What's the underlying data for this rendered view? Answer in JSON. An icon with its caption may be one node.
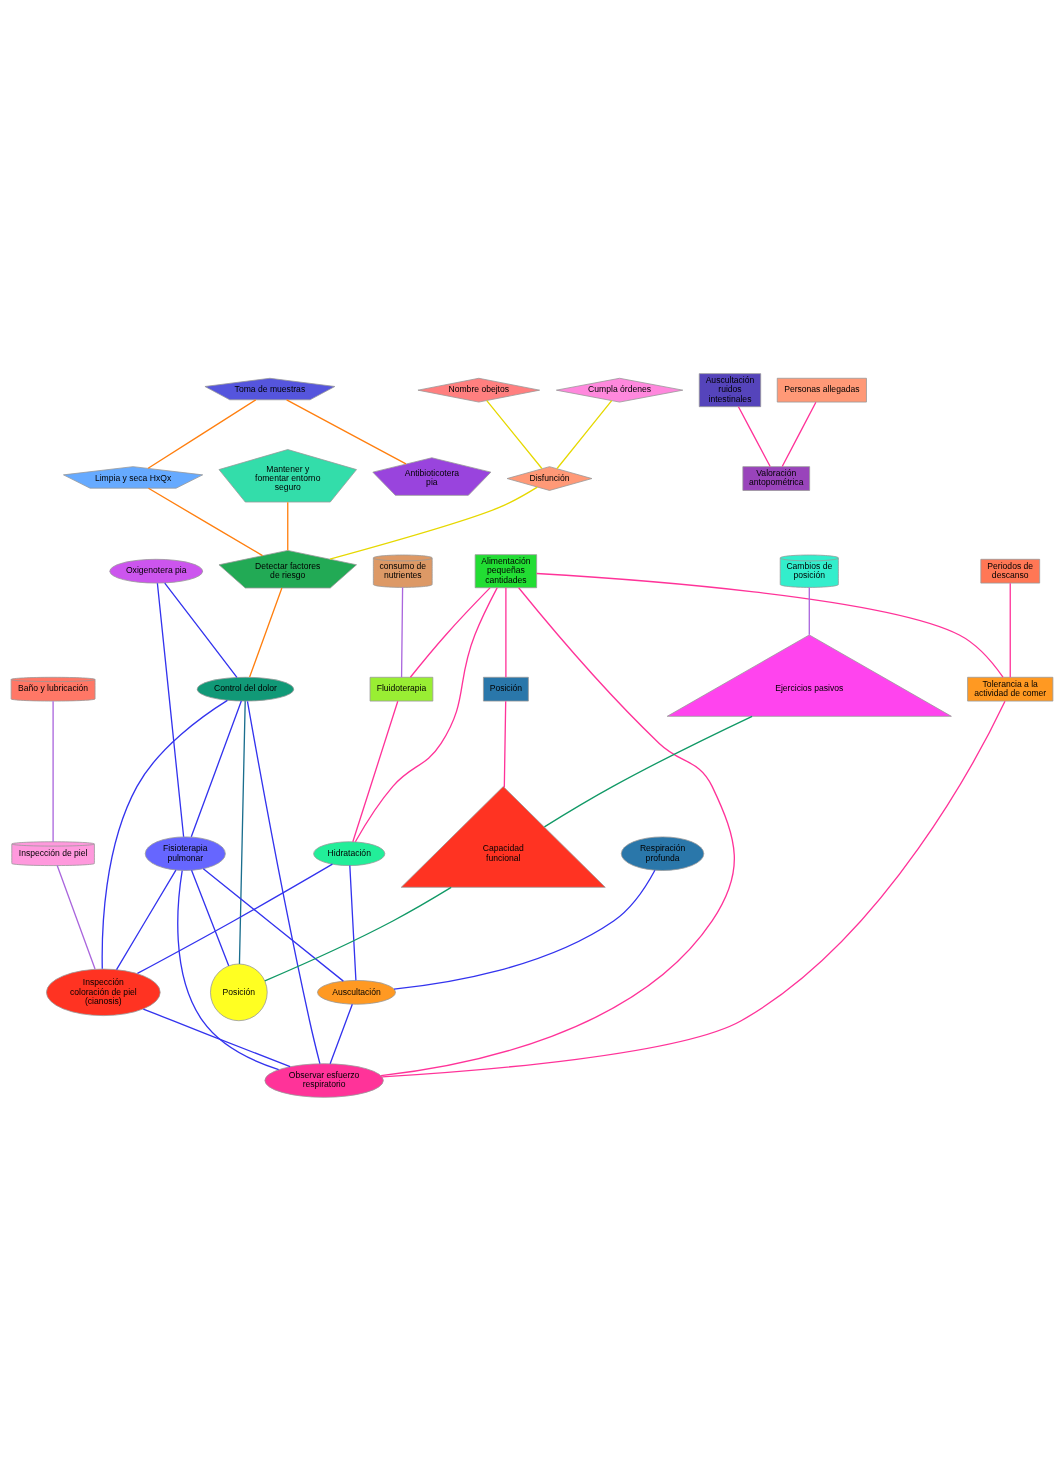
{
  "diagram": {
    "nodes": [
      {
        "text": [
          "Nombre obejtos"
        ]
      },
      {
        "text": [
          "Cumpla órdenes"
        ]
      },
      {
        "text": [
          "Toma de muestras"
        ]
      },
      {
        "text": [
          "Alimentación pequeñas cantidades"
        ]
      },
      {
        "text": [
          "consumo de nutrientes"
        ]
      },
      {
        "text": [
          "Disfunción"
        ]
      },
      {
        "text": [
          "Mantener y fomentar entorno seguro"
        ]
      },
      {
        "text": [
          "Limpia y seca HxQx"
        ]
      },
      {
        "text": [
          "Antibioticotera pia"
        ]
      },
      {
        "text": [
          "Cambios de posición"
        ]
      },
      {
        "text": [
          "Fluidoterapia"
        ]
      },
      {
        "text": [
          "Oxigenotera pia"
        ]
      },
      {
        "text": [
          "Detectar factores de riesgo"
        ]
      },
      {
        "text": [
          "Baño y lubricación"
        ]
      },
      {
        "text": [
          "Periodos de descanso"
        ]
      },
      {
        "text": [
          "Ejercicios pasivos"
        ]
      },
      {
        "text": [
          "Posición"
        ]
      },
      {
        "text": [
          "Control del dolor"
        ]
      },
      {
        "text": [
          "Hidratación"
        ]
      },
      {
        "text": [
          "Fisioterapia pulmonar"
        ]
      },
      {
        "text": [
          "Respiración profunda"
        ]
      },
      {
        "text": [
          "Inspección de piel"
        ]
      },
      {
        "text": [
          "Tolerancia a la actividad de comer"
        ]
      },
      {
        "text": [
          "Auscultación ruidos intestinales"
        ]
      },
      {
        "text": [
          "Inspección coloración de piel (cianosis)"
        ]
      },
      {
        "text": [
          "Auscultación"
        ]
      },
      {
        "text": [
          "Capacidad funcional"
        ]
      },
      {
        "text": [
          "Observar esfuerzo respiratorio"
        ]
      },
      {
        "text": [
          "Posición"
        ]
      },
      {
        "text": [
          "Valoración antopométrica"
        ]
      },
      {
        "text": [
          "Personas allegadas"
        ]
      }
    ],
    "edges": [
      {
        "from": 0,
        "to": 5,
        "arrow": "none",
        "color": "#e6d800"
      },
      {
        "from": 1,
        "to": 5,
        "arrow": "none",
        "color": "#e6d800"
      },
      {
        "from": 5,
        "to": 12,
        "arrow": "none",
        "color": "#e6d800"
      },
      {
        "from": 2,
        "to": 8,
        "arrow": "none",
        "color": "#ff7f0f"
      },
      {
        "from": 2,
        "to": 7,
        "arrow": "none",
        "color": "#ff7f0f"
      },
      {
        "from": 6,
        "to": 12,
        "arrow": "none",
        "color": "#ff7f0f"
      },
      {
        "from": 7,
        "to": 12,
        "arrow": "none",
        "color": "#ff7f0f"
      },
      {
        "from": 4,
        "to": 10,
        "arrow": "none",
        "color": "#aa66dd"
      },
      {
        "from": 3,
        "to": 10,
        "arrow": "none",
        "color": "#ff3399"
      },
      {
        "from": 3,
        "to": 18,
        "arrow": "none",
        "color": "#ff3399"
      },
      {
        "from": 3,
        "to": 27,
        "arrow": "none",
        "color": "#ff3399"
      },
      {
        "from": 3,
        "to": 22,
        "arrow": "none",
        "color": "#ff3399"
      },
      {
        "from": 3,
        "to": 16,
        "arrow": "none",
        "color": "#ff3399"
      },
      {
        "from": 10,
        "to": 18,
        "arrow": "none",
        "color": "#ff3399"
      },
      {
        "from": 11,
        "to": 17,
        "arrow": "none"
      },
      {
        "from": 11,
        "to": 19,
        "arrow": "none"
      },
      {
        "from": 12,
        "to": 17,
        "arrow": "none",
        "color": "#ff7f0f"
      },
      {
        "from": 13,
        "to": 21,
        "arrow": "none",
        "color": "#aa66dd"
      },
      {
        "from": 9,
        "to": 15,
        "arrow": "none",
        "color": "#aa66dd"
      },
      {
        "from": 14,
        "to": 22,
        "arrow": "none",
        "color": "#ff3399"
      },
      {
        "from": 15,
        "to": 26,
        "arrow": "none",
        "color": "#119966"
      },
      {
        "from": 16,
        "to": 26,
        "arrow": "none",
        "color": "#ff3399"
      },
      {
        "from": 17,
        "to": 24,
        "arrow": "none"
      },
      {
        "from": 17,
        "to": 19,
        "arrow": "none"
      },
      {
        "from": 17,
        "to": 27,
        "arrow": "none"
      },
      {
        "from": 17,
        "to": 28,
        "arrow": "none",
        "color": "#1a6e8e"
      },
      {
        "from": 18,
        "to": 24,
        "arrow": "none"
      },
      {
        "from": 18,
        "to": 25,
        "arrow": "none"
      },
      {
        "from": 19,
        "to": 24,
        "arrow": "none"
      },
      {
        "from": 19,
        "to": 25,
        "arrow": "none"
      },
      {
        "from": 19,
        "to": 27,
        "arrow": "none"
      },
      {
        "from": 19,
        "to": 28,
        "arrow": "none"
      },
      {
        "from": 20,
        "to": 25,
        "arrow": "none"
      },
      {
        "from": 21,
        "to": 24,
        "arrow": "none",
        "color": "#aa66dd"
      },
      {
        "from": 24,
        "to": 27,
        "arrow": "none"
      },
      {
        "from": 25,
        "to": 27,
        "arrow": "none"
      },
      {
        "from": 22,
        "to": 27,
        "arrow": "none",
        "color": "#ff3399"
      },
      {
        "from": 23,
        "to": 29,
        "arrow": "none",
        "color": "#ff3399"
      },
      {
        "from": 26,
        "to": 28,
        "arrow": "none",
        "color": "#119966"
      },
      {
        "from": 30,
        "to": 29,
        "arrow": "none",
        "color": "#ff3399"
      }
    ]
  }
}
